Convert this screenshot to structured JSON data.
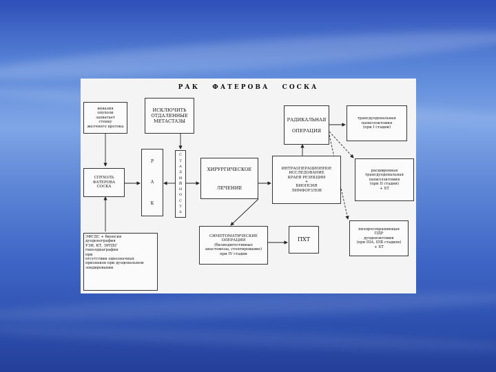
{
  "title": "РАК   ФАТЕРОВА   СОСКА",
  "boxes": {
    "invasion": "инвазия\nопухоли\nзахватает\nстенку\nжелчного протока",
    "exclude_metastases": "ИСКЛЮЧИТЬ\nОТДАЛЕННЫЕ\nМЕТАСТАЗЫ",
    "radical_operation": "РАДИКАЛЬНАЯ\n\nОПЕРАЦИЯ",
    "transduodenal": "трансдуоденальная\nпапиллэктомия\n(при I стадии)",
    "papilla": "СПУХОЛЬ\nФАТЕРОВА\nСОСКА",
    "rak_letters": [
      "Р",
      "А",
      "К"
    ],
    "stage_letters": [
      "С",
      "Т",
      "А",
      "Д",
      "И",
      "Й",
      "Н",
      "О",
      "С",
      "Т",
      "Ь"
    ],
    "surgical_line1": "ХИРУРГИЧЕСКОЕ",
    "surgical_line2": "ЛЕЧЕНИЕ",
    "intraoperative": "ИНТРАОПЕРАЦИОННОЕ\nИССЛЕДОВАНИЕ\nКРАЕВ РЕЗЕКЦИИ\n+\nБИОПСИЯ\nЛИМФОУЗЛОВ",
    "extended_resection": "расширенная\nтрансдуоденальная\nпапиллэктомия\n(при II стадии)\n+ ХТ",
    "diagnostics": "ЭФГДС + биопсия\nдуоденография\nУЗИ, КТ, ЭРПХГ\nгиполдиаграфия\nпри\nотсутствии однозначных\nпризнаков при дуоденальном\nзондировании",
    "symptomatic": "СИМПТОМАТИЧЕСКИЕ\nОПЕРАЦИИ\n(билиодигестивные\nанастомозы, стентирование)\nпри IV стадии",
    "pht": "ПХТ",
    "pdr": "пилоросохраняющая\nПДР\nдуоденэктомия\n(при IIIА, IIIБ стадиях)\n+ ХТ"
  }
}
